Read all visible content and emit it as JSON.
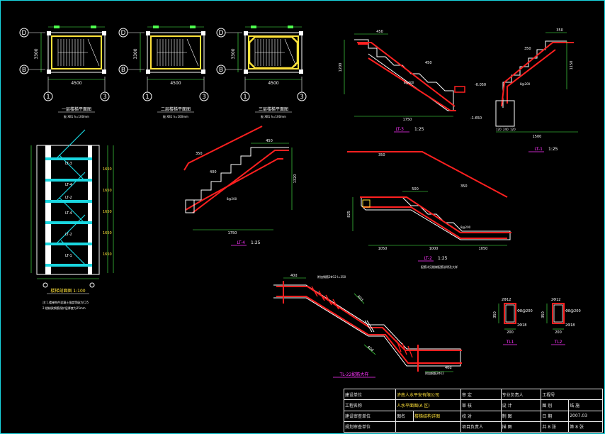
{
  "colors": {
    "background": "#000000",
    "frame": "#19d6e0",
    "rebar": "#ff2020",
    "dimension": "#4dff4d",
    "outline": "#ffffff",
    "fill_yellow": "#ffe23a",
    "label_magenta": "#ff33ff",
    "axis_cyan": "#19d6e0"
  },
  "plans": [
    {
      "axis_top": "D",
      "axis_bottom": "B",
      "axis_left": "1",
      "axis_right": "3",
      "width_dim": "4500",
      "height_dim": "3300",
      "caption": "一层楼梯平面图",
      "note": "板 XB1 h=100mm"
    },
    {
      "axis_top": "D",
      "axis_bottom": "B",
      "axis_left": "1",
      "axis_right": "3",
      "width_dim": "4500",
      "height_dim": "3300",
      "caption": "二层楼梯平面图",
      "note": "板 XB1 h=100mm"
    },
    {
      "axis_top": "D",
      "axis_bottom": "B",
      "axis_left": "1",
      "axis_right": "3",
      "width_dim": "4500",
      "height_dim": "3300",
      "caption": "三层楼梯平面图",
      "note": "板 XB1 h=100mm"
    }
  ],
  "section": {
    "caption": "楼梯剖面图 1:100",
    "flights": [
      "LT-3",
      "LT-4",
      "LT-2",
      "LT-4",
      "LT-2",
      "LT-1"
    ],
    "notes": [
      "注:1.楼梯构件混凝土强度等级为C25",
      "2.楼梯梁钢筋保护层厚度为25mm"
    ]
  },
  "details": {
    "lt3": {
      "name": "LT-3",
      "scale": "1:25",
      "dim_top": "450",
      "dim_step": "450",
      "dim_height": "1200",
      "dim_span": "1750",
      "bar": "8@200"
    },
    "lt1": {
      "name": "LT-1",
      "scale": "1:25",
      "dim_top": "350",
      "dim_step": "350",
      "dim_height": "1150",
      "dim_span": "1500",
      "elev1": "-0.050",
      "elev2": "-1.650",
      "dim_a": "120",
      "dim_b": "240",
      "dim_c": "120",
      "bar": "8@200"
    },
    "lt4": {
      "name": "LT-4",
      "scale": "1:25",
      "dim_top": "450",
      "dim_step": "400",
      "dim_height": "1320",
      "dim_span": "1750",
      "bar": "8@200",
      "lap": "350"
    },
    "lt2": {
      "name": "LT-2",
      "scale": "1:25",
      "dim_a": "1050",
      "dim_b": "1000",
      "dim_c": "1050",
      "dim_top": "500",
      "dim_height": "825",
      "lap1": "350",
      "lap2": "350",
      "bar": "8@200",
      "note": "配筋详见楼梯配筋说明及大样"
    },
    "tl22": {
      "name": "TL-22配筋大样",
      "dim1": "40d",
      "dim2": "40d",
      "dim3": "40d",
      "dim4": "40d",
      "note1": "附加钢筋2Φ12 l=350",
      "note2": "附加钢筋2Φ12"
    },
    "tl1": {
      "name": "TL1",
      "top": "2Φ12",
      "bottom": "2Φ18",
      "stirrup": "Φ8@200",
      "h": "350",
      "b": "200"
    },
    "tl2": {
      "name": "TL2",
      "top": "2Φ12",
      "bottom": "2Φ18",
      "stirrup": "Φ8@200",
      "h": "350",
      "b": "200"
    }
  },
  "titleblock": {
    "row1": [
      "建设单位",
      "济南人水平安有限公司",
      "审 定",
      "专业负责人",
      "工程号"
    ],
    "row2": [
      "工程名称",
      "人水平面图(A 区)",
      "审 核",
      "设 计",
      "图 别",
      "结 施"
    ],
    "row3": [
      "建设审查单位",
      "图名",
      "楼梯结构详图",
      "校 对",
      "制 图",
      "日 期",
      "2007.03"
    ],
    "row4": [
      "规划审查单位",
      "项目负责人",
      "描 图",
      "共 8 张",
      "第 8 张"
    ]
  }
}
